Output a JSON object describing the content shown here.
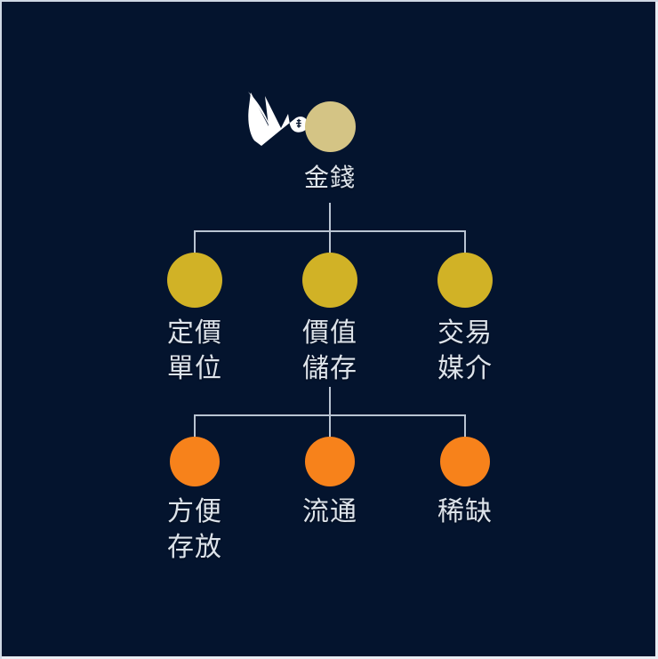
{
  "diagram": {
    "title_node": {
      "id": "money",
      "label": "金錢",
      "color": "#d4c485",
      "icon": "dove-bird-icon"
    },
    "levels": [
      {
        "name": "functions-of-money",
        "color": "#d1b226",
        "nodes": [
          {
            "id": "unit-of-account",
            "label": "定價\n單位"
          },
          {
            "id": "store-of-value",
            "label": "價值\n儲存"
          },
          {
            "id": "medium-of-exchange",
            "label": "交易\n媒介"
          }
        ]
      },
      {
        "name": "properties-of-money",
        "color": "#f7821b",
        "nodes": [
          {
            "id": "portability",
            "label": "方便\n存放"
          },
          {
            "id": "circulation",
            "label": "流通"
          },
          {
            "id": "scarcity",
            "label": "稀缺"
          }
        ]
      }
    ],
    "colors": {
      "background": "#04142e",
      "text": "#dde3ea",
      "connector": "#b9c4d2",
      "root_node": "#d4c485",
      "level2_node": "#d1b226",
      "level3_node": "#f7821b",
      "border": "#e8edf3"
    }
  }
}
